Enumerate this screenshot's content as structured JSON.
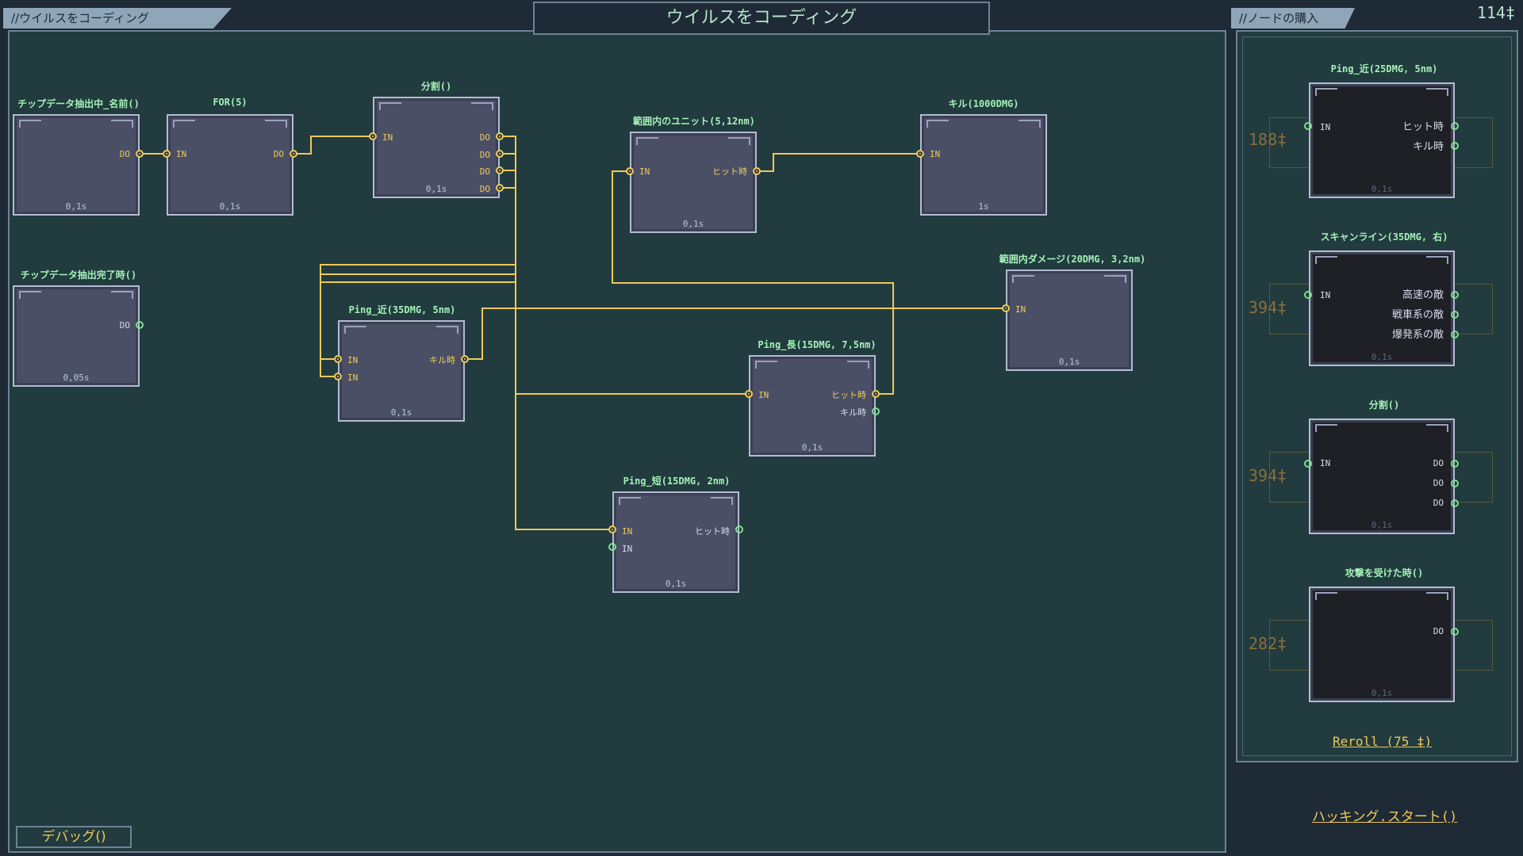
{
  "header": {
    "main_tab": "//ウイルスをコーディング",
    "title": "ウイルスをコーディング",
    "shop_tab": "//ノードの購入",
    "currency": "114‡"
  },
  "editor_nodes": [
    {
      "id": "n1",
      "title": "チップデータ抽出中_名前()",
      "time": "0,1s",
      "inputs": [],
      "outputs": [
        {
          "label": "DO",
          "active": true
        }
      ]
    },
    {
      "id": "n2",
      "title": "FOR(5)",
      "time": "0,1s",
      "inputs": [
        {
          "label": "IN",
          "active": true
        }
      ],
      "outputs": [
        {
          "label": "DO",
          "active": true
        }
      ]
    },
    {
      "id": "n3",
      "title": "分割()",
      "time": "0,1s",
      "inputs": [
        {
          "label": "IN",
          "active": true
        }
      ],
      "outputs": [
        {
          "label": "DO",
          "active": true
        },
        {
          "label": "DO",
          "active": true
        },
        {
          "label": "DO",
          "active": true
        },
        {
          "label": "DO",
          "active": true
        }
      ]
    },
    {
      "id": "n4",
      "title": "範囲内のユニット(5,12nm)",
      "time": "0,1s",
      "inputs": [
        {
          "label": "IN",
          "active": true
        }
      ],
      "outputs": [
        {
          "label": "ヒット時",
          "active": true
        }
      ]
    },
    {
      "id": "n5",
      "title": "キル(1000DMG)",
      "time": "1s",
      "inputs": [
        {
          "label": "IN",
          "active": true
        }
      ],
      "outputs": []
    },
    {
      "id": "n6",
      "title": "チップデータ抽出完了時()",
      "time": "0,05s",
      "inputs": [],
      "outputs": [
        {
          "label": "DO",
          "active": false
        }
      ]
    },
    {
      "id": "n7",
      "title": "Ping_近(35DMG, 5nm)",
      "time": "0,1s",
      "inputs": [
        {
          "label": "IN",
          "active": true
        },
        {
          "label": "IN",
          "active": true
        }
      ],
      "outputs": [
        {
          "label": "キル時",
          "active": true
        }
      ]
    },
    {
      "id": "n8",
      "title": "範囲内ダメージ(20DMG, 3,2nm)",
      "time": "0,1s",
      "inputs": [
        {
          "label": "IN",
          "active": true
        }
      ],
      "outputs": []
    },
    {
      "id": "n9",
      "title": "Ping_長(15DMG, 7,5nm)",
      "time": "0,1s",
      "inputs": [
        {
          "label": "IN",
          "active": true
        }
      ],
      "outputs": [
        {
          "label": "ヒット時",
          "active": true
        },
        {
          "label": "キル時",
          "active": false
        }
      ]
    },
    {
      "id": "n10",
      "title": "Ping_短(15DMG, 2nm)",
      "time": "0,1s",
      "inputs": [
        {
          "label": "IN",
          "active": true
        },
        {
          "label": "IN",
          "active": false
        }
      ],
      "outputs": [
        {
          "label": "ヒット時",
          "active": false
        }
      ]
    }
  ],
  "shop": {
    "items": [
      {
        "title": "Ping_近(25DMG, 5nm)",
        "price": "188‡",
        "time": "0,1s",
        "inputs": [
          {
            "label": "IN"
          }
        ],
        "outputs": [
          {
            "label": "ヒット時"
          },
          {
            "label": "キル時"
          }
        ]
      },
      {
        "title": "スキャンライン(35DMG, 右)",
        "price": "394‡",
        "time": "0,1s",
        "inputs": [
          {
            "label": "IN"
          }
        ],
        "outputs": [
          {
            "label": "高速の敵"
          },
          {
            "label": "戦車系の敵"
          },
          {
            "label": "爆発系の敵"
          }
        ]
      },
      {
        "title": "分割()",
        "price": "394‡",
        "time": "0,1s",
        "inputs": [
          {
            "label": "IN"
          }
        ],
        "outputs": [
          {
            "label": "DO"
          },
          {
            "label": "DO"
          },
          {
            "label": "DO"
          }
        ]
      },
      {
        "title": "攻撃を受けた時()",
        "price": "282‡",
        "time": "0,1s",
        "inputs": [],
        "outputs": [
          {
            "label": "DO"
          }
        ]
      }
    ],
    "reroll_label": "Reroll (75 ‡)"
  },
  "actions": {
    "start_label": "ハッキング.スタート()",
    "debug_label": "デバッグ()"
  },
  "colors": {
    "wire": "#f0c95a",
    "port_idle": "#7ee08f",
    "board": "#213b3f",
    "node_fill": "#4a4f66",
    "title_text": "#a4f1b7"
  }
}
